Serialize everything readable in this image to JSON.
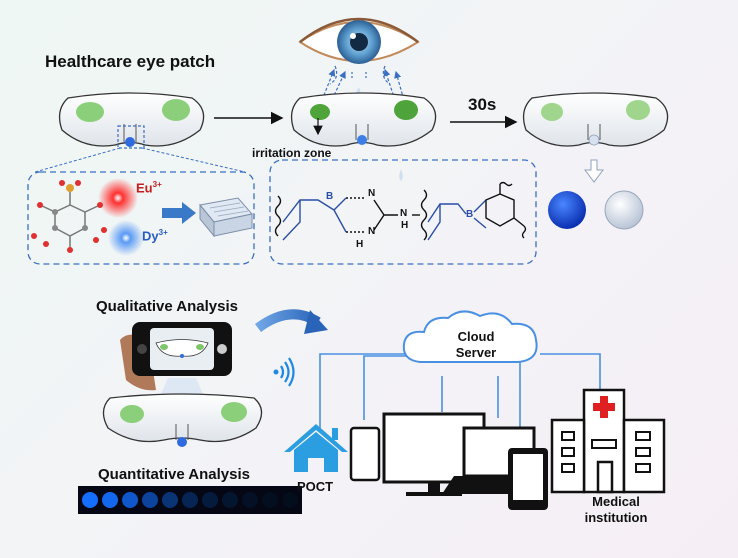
{
  "title": "Healthcare eye patch",
  "time_label": "30s",
  "irritation_label": "irritation zone",
  "ions": {
    "eu": "Eu",
    "eu_sup": "3+",
    "dy": "Dy",
    "dy_sup": "3+"
  },
  "chem": {
    "n1": "N",
    "n2": "N",
    "n3": "N",
    "h1": "H",
    "h2": "H",
    "b1": "B",
    "b2": "B"
  },
  "qualitative_label": "Qualitative Analysis",
  "quantitative_label": "Quantitative Analysis",
  "cloud": {
    "line1": "Cloud",
    "line2": "Server"
  },
  "poct_label": "POCT",
  "medical": {
    "line1": "Medical",
    "line2": "institution"
  },
  "strip_levels": [
    1.0,
    0.95,
    0.85,
    0.7,
    0.55,
    0.4,
    0.28,
    0.18,
    0.1,
    0.05,
    0.02
  ],
  "colors": {
    "patch_green": "#5cab45",
    "blue_dot": "#1f5fd6",
    "dashed_blue": "#3b6fc4",
    "arrow_blue": "#3a78c8",
    "eu_red": "#ff2020",
    "dy_blue": "#4a8ef0",
    "house_blue": "#2a9ee0",
    "hospital_red": "#e02020"
  }
}
